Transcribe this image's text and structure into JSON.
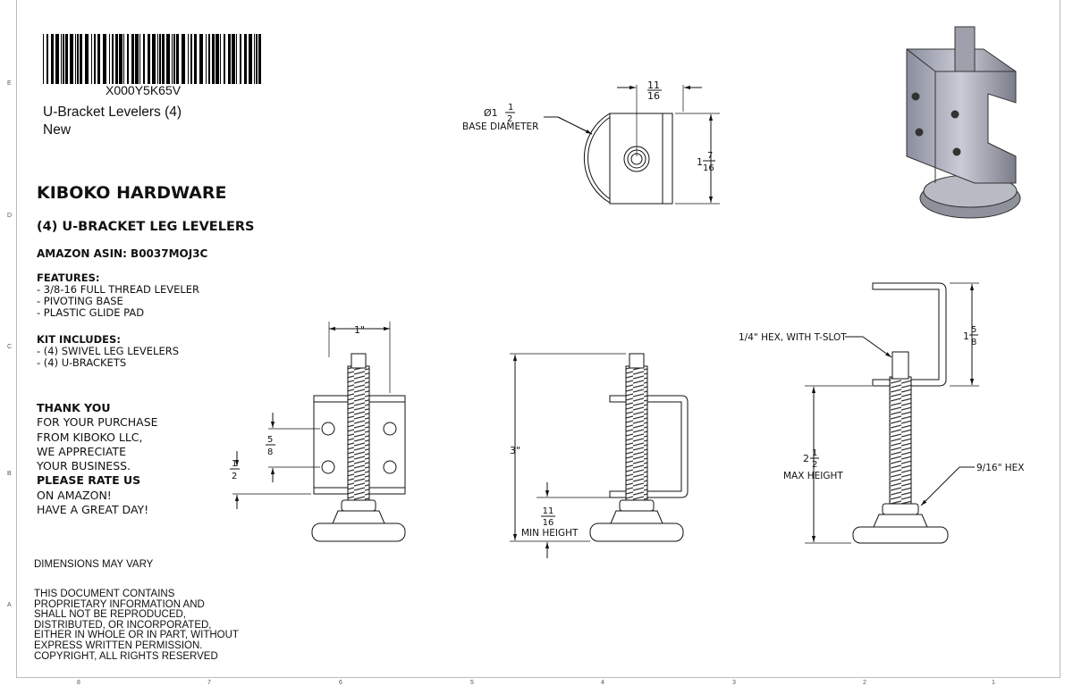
{
  "label": {
    "barcode_text": "X000Y5K65V",
    "product_name": "U-Bracket Levelers (4)",
    "condition": "New"
  },
  "title_block": {
    "company": "KIBOKO HARDWARE",
    "product": "(4) U-BRACKET LEG LEVELERS",
    "asin": "AMAZON ASIN: B0037MOJ3C",
    "features_heading": "FEATURES:",
    "features": [
      "- 3/8-16 FULL THREAD LEVELER",
      "- PIVOTING BASE",
      "- PLASTIC GLIDE PAD"
    ],
    "kit_heading": "KIT INCLUDES:",
    "kit": [
      "- (4) SWIVEL LEG LEVELERS",
      "- (4) U-BRACKETS"
    ],
    "thanks_heading": "THANK YOU",
    "thanks_lines": [
      "FOR YOUR PURCHASE",
      "FROM KIBOKO LLC,",
      "WE APPRECIATE",
      "YOUR BUSINESS."
    ],
    "rate_heading": "PLEASE RATE US",
    "rate_lines": [
      "ON AMAZON!",
      "HAVE A GREAT DAY!"
    ],
    "dims_note": "DIMENSIONS MAY VARY",
    "legal": [
      "THIS DOCUMENT CONTAINS",
      "PROPRIETARY INFORMATION AND",
      "SHALL NOT BE REPRODUCED,",
      "DISTRIBUTED, OR INCORPORATED,",
      "EITHER IN WHOLE OR IN PART, WITHOUT",
      "EXPRESS WRITTEN PERMISSION.",
      "COPYRIGHT, ALL RIGHTS RESERVED"
    ]
  },
  "dimensions": {
    "top_width": {
      "num": "11",
      "den": "16"
    },
    "base_diameter": {
      "prefix": "Ø1",
      "num": "1",
      "den": "2",
      "label": "BASE DIAMETER"
    },
    "top_height": {
      "whole": "1",
      "num": "7",
      "den": "16"
    },
    "front_width": "1\"",
    "hole_spacing": {
      "num": "5",
      "den": "8"
    },
    "hole_offset": {
      "num": "1",
      "den": "2"
    },
    "overall_height": "3\"",
    "min_height": {
      "num": "11",
      "den": "16",
      "label": "MIN HEIGHT"
    },
    "bracket_height": {
      "whole": "1",
      "num": "5",
      "den": "8"
    },
    "max_height": {
      "whole": "2",
      "num": "1",
      "den": "2",
      "label": "MAX HEIGHT"
    },
    "hex_top": "1/4\" HEX, WITH T-SLOT",
    "hex_bottom": "9/16\" HEX"
  },
  "border": {
    "zones_left": [
      "E",
      "D",
      "C",
      "B",
      "A"
    ],
    "zones_bottom": [
      "8",
      "7",
      "6",
      "5",
      "4",
      "3",
      "2",
      "1"
    ]
  }
}
